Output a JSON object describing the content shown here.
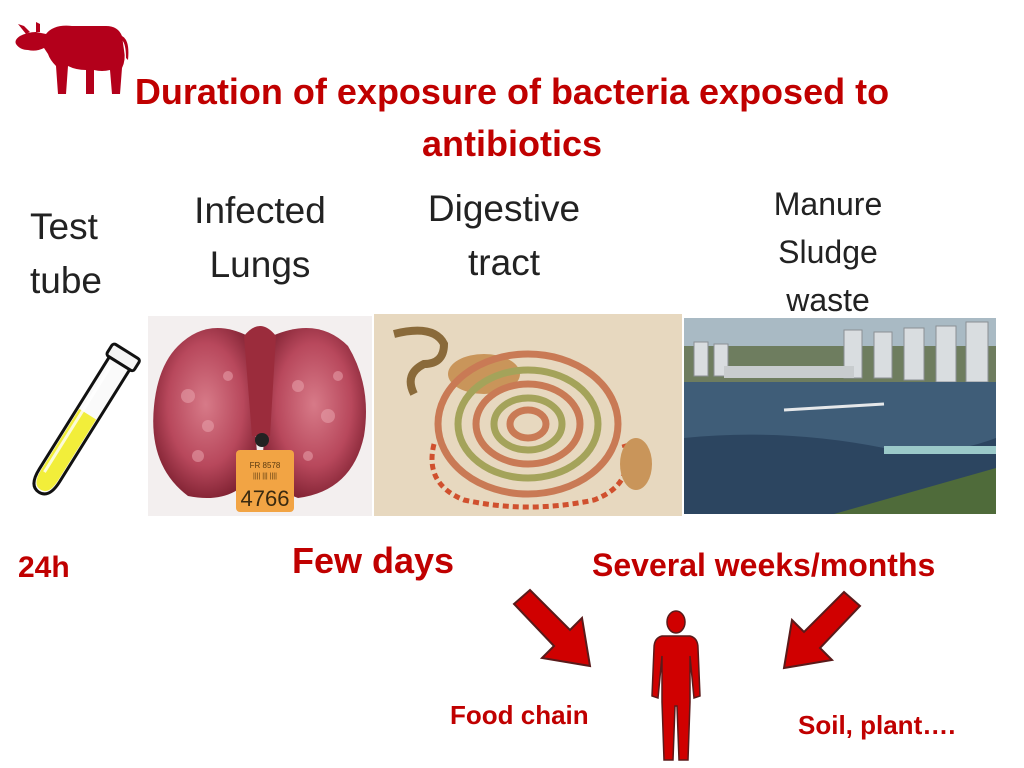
{
  "title": {
    "line1": "Duration of exposure of  bacteria exposed to",
    "line2": "antibiotics"
  },
  "columns": {
    "test_tube": {
      "line1": "Test",
      "line2": "tube"
    },
    "lungs": {
      "line1": "Infected",
      "line2": "Lungs"
    },
    "digestive": {
      "line1": "Digestive",
      "line2": "tract"
    },
    "manure": {
      "line1": "Manure",
      "line2": "Sludge",
      "line3": "waste"
    }
  },
  "durations": {
    "test_tube": "24h",
    "few_days": "Few days",
    "long": "Several weeks/months"
  },
  "outcomes": {
    "food_chain": "Food chain",
    "soil_plant": "Soil, plant…."
  },
  "lung_tag": {
    "number": "4766"
  },
  "colors": {
    "accent": "#c00000",
    "figure": "#d00000",
    "tube_liquid": "#f2ee3a"
  }
}
